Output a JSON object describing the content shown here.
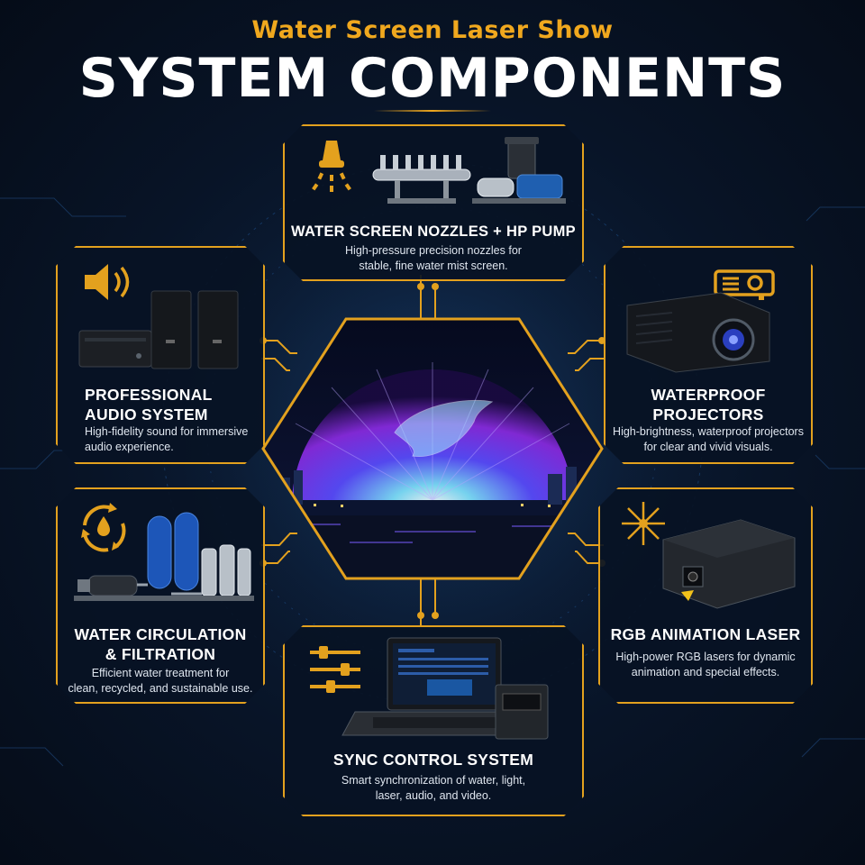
{
  "header": {
    "subtitle": "Water Screen Laser Show",
    "title": "SYSTEM COMPONENTS"
  },
  "colors": {
    "accent": "#e3a11e",
    "background": "#081427",
    "text": "#ffffff"
  },
  "center": {
    "image": "water-screen-whale-projection"
  },
  "components": {
    "nozzles": {
      "title": "WATER SCREEN NOZZLES + HP PUMP",
      "desc": "High-pressure precision nozzles for\nstable, fine water mist screen.",
      "icon": "spray-nozzle-icon"
    },
    "audio": {
      "title": "PROFESSIONAL\nAUDIO SYSTEM",
      "desc": "High-fidelity sound for immersive\naudio experience.",
      "icon": "speaker-icon"
    },
    "projectors": {
      "title": "WATERPROOF\nPROJECTORS",
      "desc": "High-brightness, waterproof projectors\nfor clear and vivid visuals.",
      "icon": "projector-icon"
    },
    "circulation": {
      "title": "WATER CIRCULATION\n& FILTRATION",
      "desc": "Efficient water treatment for\nclean, recycled, and sustainable use.",
      "icon": "recycle-water-icon"
    },
    "laser": {
      "title": "RGB ANIMATION LASER",
      "desc": "High-power RGB lasers for dynamic\nanimation and special effects.",
      "icon": "laser-burst-icon"
    },
    "sync": {
      "title": "SYNC CONTROL SYSTEM",
      "desc": "Smart synchronization of water, light,\nlaser, audio, and video.",
      "icon": "sliders-icon"
    }
  }
}
